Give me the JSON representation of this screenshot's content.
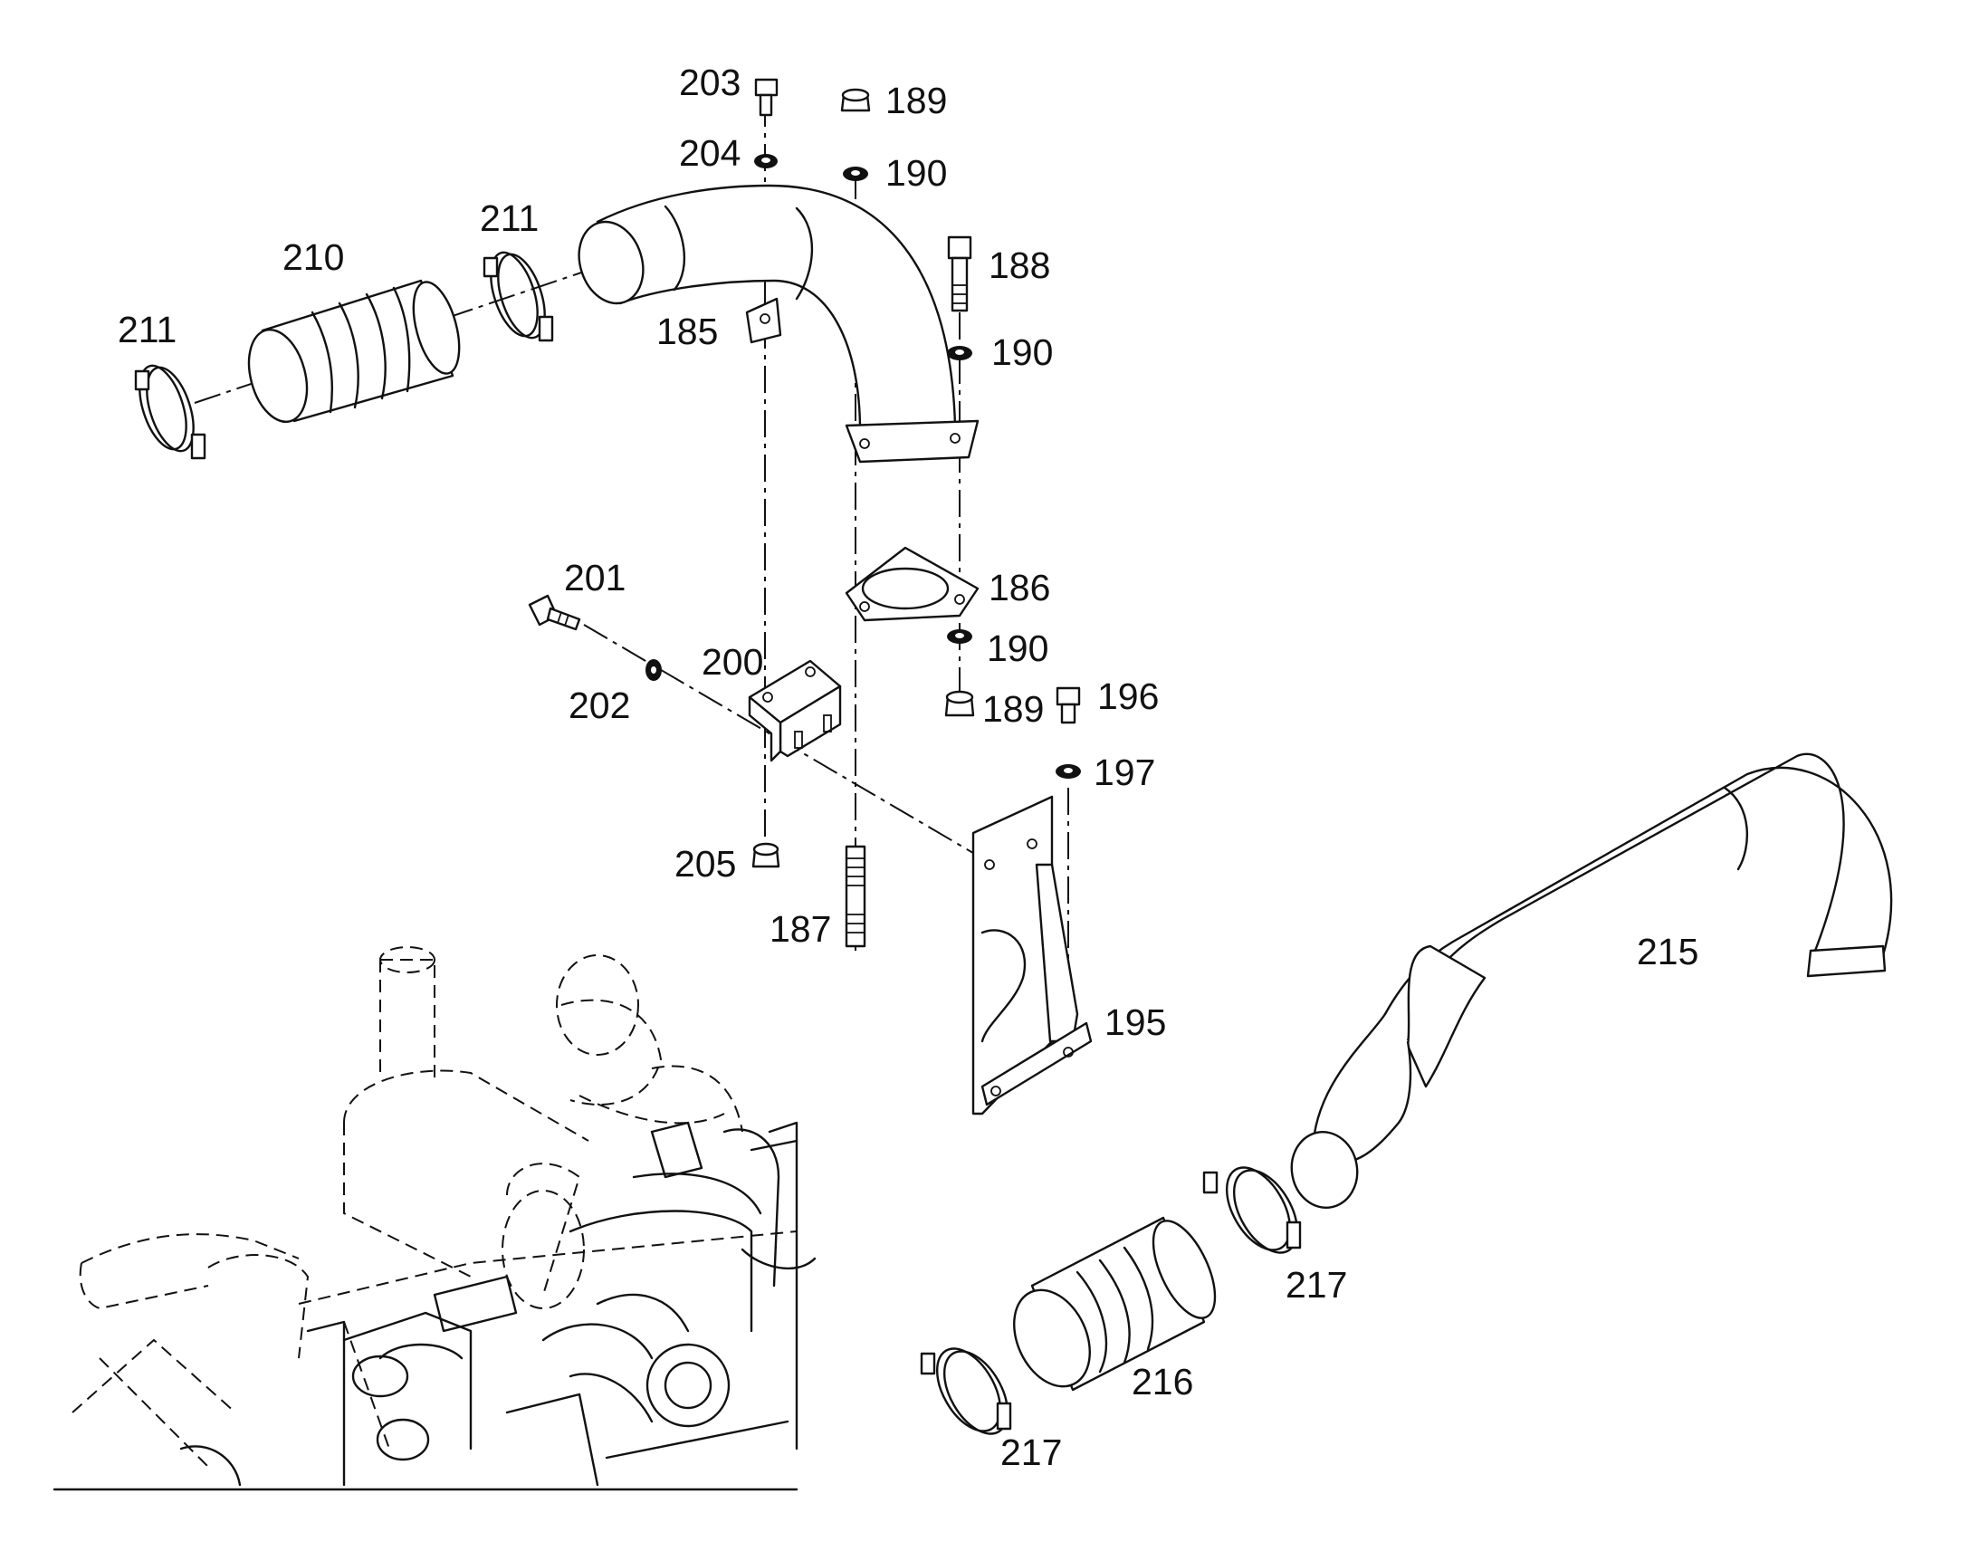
{
  "diagram": {
    "type": "exploded parts diagram",
    "colors": {
      "line": "#111111",
      "background": "#ffffff"
    },
    "labels": {
      "p185": "185",
      "p186": "186",
      "p187": "187",
      "p188": "188",
      "p189_top": "189",
      "p189_mid": "189",
      "p190_top": "190",
      "p190_mid": "190",
      "p190_low": "190",
      "p195": "195",
      "p196": "196",
      "p197": "197",
      "p200": "200",
      "p201": "201",
      "p202": "202",
      "p203": "203",
      "p204": "204",
      "p205": "205",
      "p210": "210",
      "p211_left": "211",
      "p211_right": "211",
      "p215": "215",
      "p216": "216",
      "p217_right": "217",
      "p217_low": "217"
    }
  }
}
